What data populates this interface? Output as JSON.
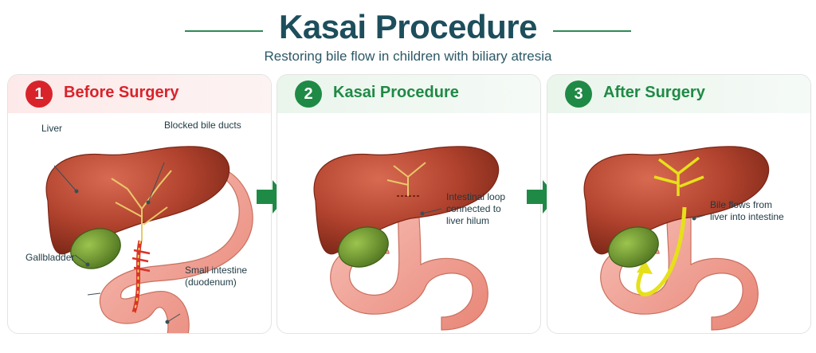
{
  "header": {
    "title": "Kasai Procedure",
    "subtitle": "Restoring bile flow in children with biliary atresia"
  },
  "panels": [
    {
      "number": "1",
      "title": "Before Surgery",
      "labels": {
        "liver": "Liver",
        "blocked": "Blocked bile ducts",
        "gallbladder": "Gallbladder",
        "intestine_line1": "Small intestine",
        "intestine_line2": "(duodenum)"
      }
    },
    {
      "number": "2",
      "title": "Kasai Procedure",
      "labels": {
        "loop_line1": "Intestinal loop",
        "loop_line2": "connected to",
        "loop_line3": "liver hilum"
      }
    },
    {
      "number": "3",
      "title": "After Surgery",
      "labels": {
        "flow_line1": "Bile flows from",
        "flow_line2": "liver into intestine"
      }
    }
  ],
  "colors": {
    "title": "#1d4e5c",
    "accent_green": "#1f8a45",
    "accent_red": "#d9232a",
    "liver": "#b3442f",
    "gallbladder": "#6f9a32",
    "intestine": "#f2a49b",
    "bile": "#e6e01a"
  }
}
